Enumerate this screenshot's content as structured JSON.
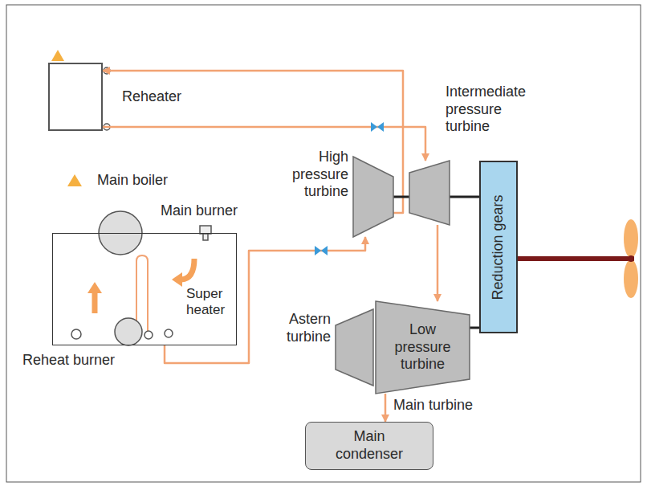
{
  "diagram": {
    "nodes": [
      {
        "text": [
          "Reheater"
        ]
      },
      {
        "text": [
          "Main boiler"
        ]
      },
      {
        "text": [
          "High pressure turbine"
        ]
      },
      {
        "text": [
          "Intermediate pressure turbine"
        ]
      },
      {
        "text": [
          "Reduction gears"
        ]
      },
      {
        "text": [
          "Astern turbine"
        ]
      },
      {
        "text": [
          "Low pressure turbine"
        ]
      },
      {
        "text": [
          "Main condenser"
        ]
      }
    ],
    "edges": [
      {
        "from": 1,
        "to": 2,
        "arrow": "to"
      },
      {
        "from": 2,
        "to": 0,
        "arrow": "to"
      },
      {
        "from": 0,
        "to": 3,
        "arrow": "to"
      },
      {
        "from": 3,
        "to": 6,
        "arrow": "to"
      },
      {
        "from": 6,
        "to": 7,
        "arrow": "to"
      },
      {
        "from": 2,
        "to": 3,
        "arrow": "none"
      },
      {
        "from": 3,
        "to": 4,
        "arrow": "none"
      },
      {
        "from": 6,
        "to": 4,
        "arrow": "none"
      }
    ],
    "labels": [
      "Main burner",
      "Super heater",
      "Reheat burner",
      "Main turbine"
    ]
  }
}
